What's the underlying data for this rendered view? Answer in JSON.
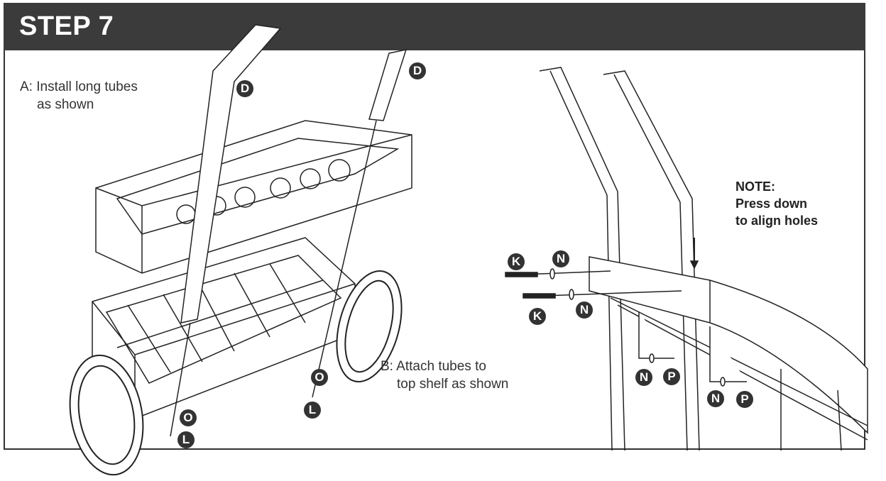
{
  "step_title": "STEP 7",
  "instruction_a": [
    "A: Install long tubes",
    "as shown"
  ],
  "instruction_b": [
    "B: Attach tubes to",
    "top shelf as shown"
  ],
  "note": [
    "NOTE:",
    "Press down",
    "to align holes"
  ],
  "callouts": {
    "d1": "D",
    "d2": "D",
    "o1": "O",
    "l1": "L",
    "o2": "O",
    "l2": "L",
    "k1": "K",
    "n1": "N",
    "k2": "K",
    "n2": "N",
    "n3": "N",
    "p1": "P",
    "n4": "N",
    "p2": "P"
  },
  "colors": {
    "header": "#3b3b3b",
    "callout": "#333333"
  }
}
